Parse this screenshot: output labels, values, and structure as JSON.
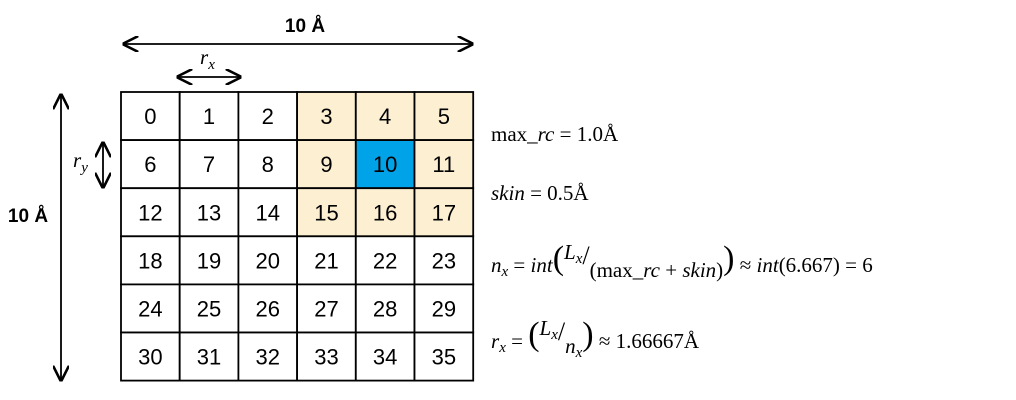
{
  "dimensions": {
    "top_label": "10 Å",
    "left_label": "10 Å",
    "rx_label": "r",
    "rx_sub": "x",
    "ry_label": "r",
    "ry_sub": "y"
  },
  "grid": {
    "cells": [
      "0",
      "1",
      "2",
      "3",
      "4",
      "5",
      "6",
      "7",
      "8",
      "9",
      "10",
      "11",
      "12",
      "13",
      "14",
      "15",
      "16",
      "17",
      "18",
      "19",
      "20",
      "21",
      "22",
      "23",
      "24",
      "25",
      "26",
      "27",
      "28",
      "29",
      "30",
      "31",
      "32",
      "33",
      "34",
      "35"
    ],
    "highlighted_neighbors": [
      "3",
      "4",
      "5",
      "9",
      "11",
      "15",
      "16",
      "17"
    ],
    "selected": "10"
  },
  "colors": {
    "neighbor_fill": "#FCEFD2",
    "selected_fill": "#00A2E8",
    "cell_fill": "#FFFFFF",
    "line": "#000000"
  },
  "equations": {
    "max_rc": {
      "lhs": "max_",
      "lhs_var": "rc",
      "rhs": " = 1.0Å"
    },
    "skin": {
      "lhs_var": "skin",
      "rhs": " = 0.5Å"
    },
    "nx": {
      "lhs_var": "n",
      "lhs_sub": "x",
      "func": "int",
      "numer_var": "L",
      "numer_sub": "x",
      "denom_a": "(max_",
      "denom_var_a": "rc",
      "denom_b": " + ",
      "denom_var_b": "skin",
      "denom_c": ")",
      "approx": "≈",
      "result_func": "int",
      "result": "(6.667) = 6"
    },
    "rx": {
      "lhs_var": "r",
      "lhs_sub": "x",
      "numer_var": "L",
      "numer_sub": "x",
      "denom_var": "n",
      "denom_sub": "x",
      "approx": "≈",
      "result": "1.66667Å"
    }
  }
}
